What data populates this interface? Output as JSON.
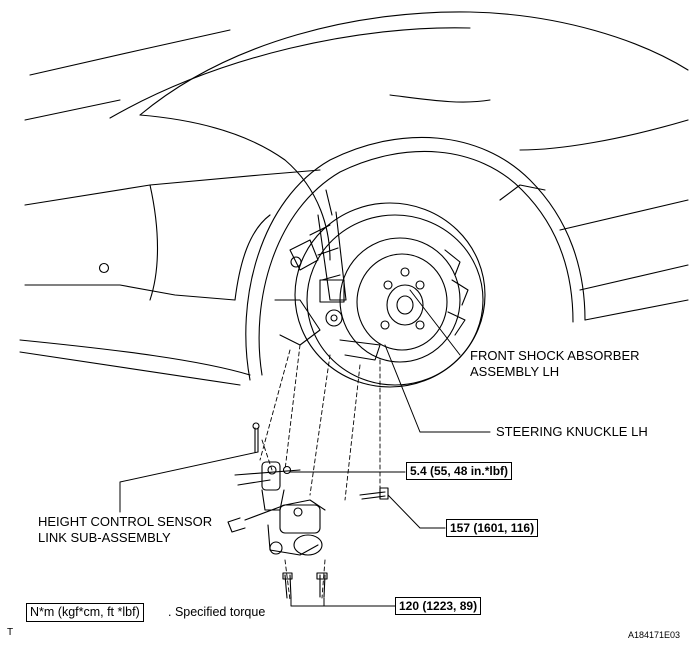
{
  "labels": {
    "front_shock": [
      "FRONT SHOCK ABSORBER",
      "ASSEMBLY LH"
    ],
    "steering_knuckle": "STEERING KNUCKLE LH",
    "height_sensor_link": [
      "HEIGHT CONTROL SENSOR",
      "LINK SUB-ASSEMBLY"
    ]
  },
  "torque_specs": {
    "sensor_nut": "5.4 (55, 48 in.*lbf)",
    "knuckle_bolt": "157 (1601, 116)",
    "ball_joint_bolts": "120 (1223, 89)"
  },
  "legend": {
    "unit_box": "N*m (kgf*cm, ft *lbf)",
    "description": ". Specified torque"
  },
  "corner": {
    "left_mark": "T",
    "figure_id": "A184171E03"
  }
}
